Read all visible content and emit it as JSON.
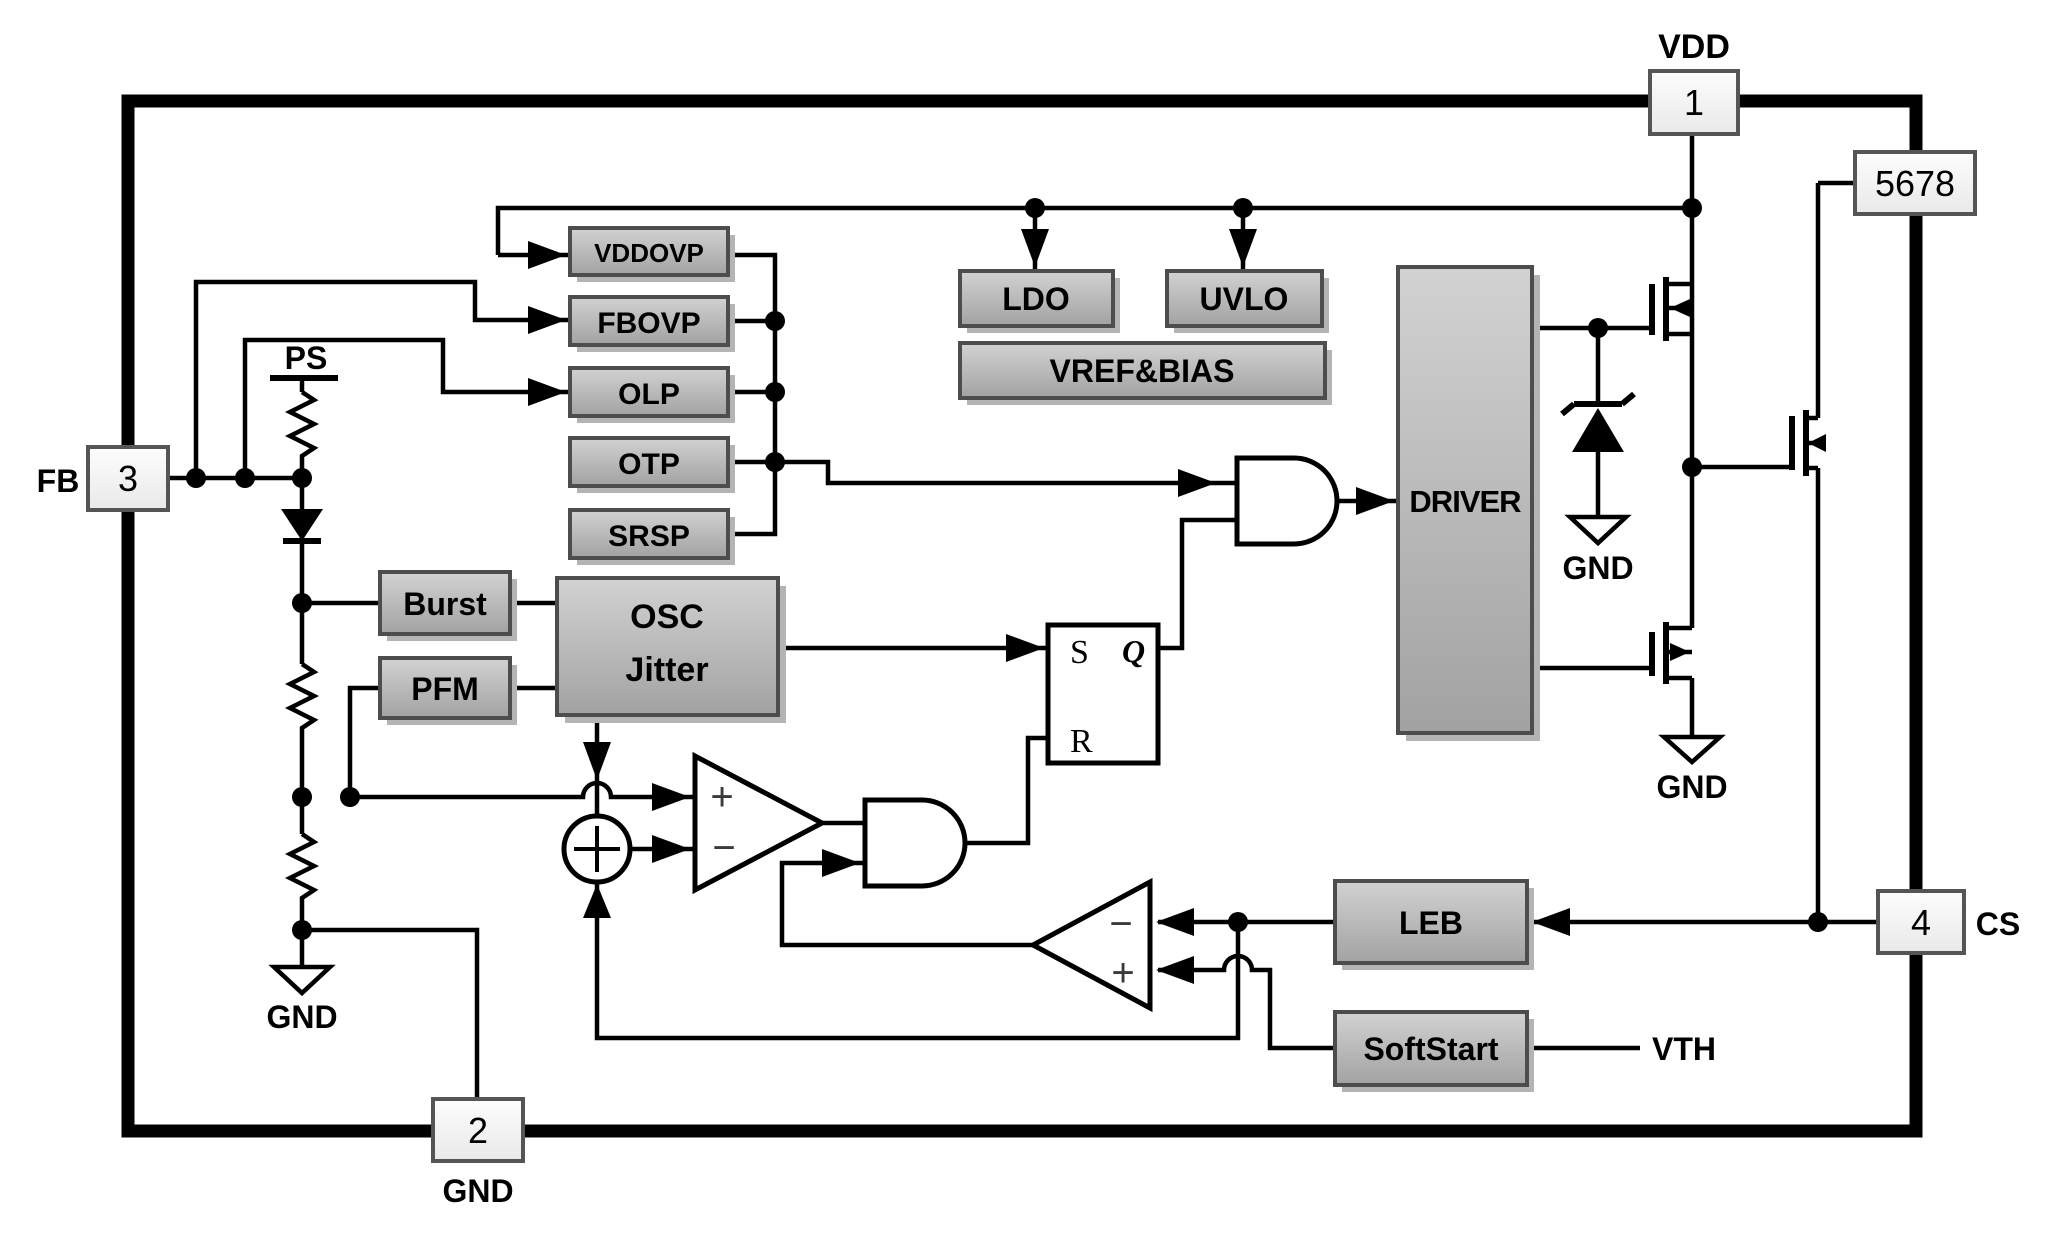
{
  "pins": {
    "vdd": {
      "number": "1",
      "label": "VDD"
    },
    "gnd": {
      "number": "2",
      "label": "GND"
    },
    "fb": {
      "number": "3",
      "label": "FB"
    },
    "cs": {
      "number": "4",
      "label": "CS"
    },
    "hv": {
      "number": "5678"
    }
  },
  "blocks": {
    "vddovp": "VDDOVP",
    "fbovp": "FBOVP",
    "olp": "OLP",
    "otp": "OTP",
    "srsp": "SRSP",
    "ldo": "LDO",
    "uvlo": "UVLO",
    "vref_bias": "VREF&BIAS",
    "burst": "Burst",
    "pfm": "PFM",
    "osc_line1": "OSC",
    "osc_line2": "Jitter",
    "driver": "DRIVER",
    "leb": "LEB",
    "softstart": "SoftStart"
  },
  "latch": {
    "s": "S",
    "r": "R",
    "q": "Q"
  },
  "net_labels": {
    "ps": "PS",
    "vth": "VTH",
    "gnd_divider": "GND",
    "gnd_zener": "GND",
    "gnd_source": "GND"
  },
  "operators": {
    "comp1_plus": "+",
    "comp1_minus": "−",
    "comp2_minus": "−",
    "comp2_plus": "+"
  },
  "colors": {
    "line": "#000000",
    "block_border": "#4d4d4d",
    "block_fill_top": "#cfcfcf",
    "block_fill_bottom": "#a2a2a2",
    "pin_fill_top": "#fdfdfd",
    "pin_fill_bottom": "#e9e9e9",
    "shadow": "#b4b4b4"
  }
}
